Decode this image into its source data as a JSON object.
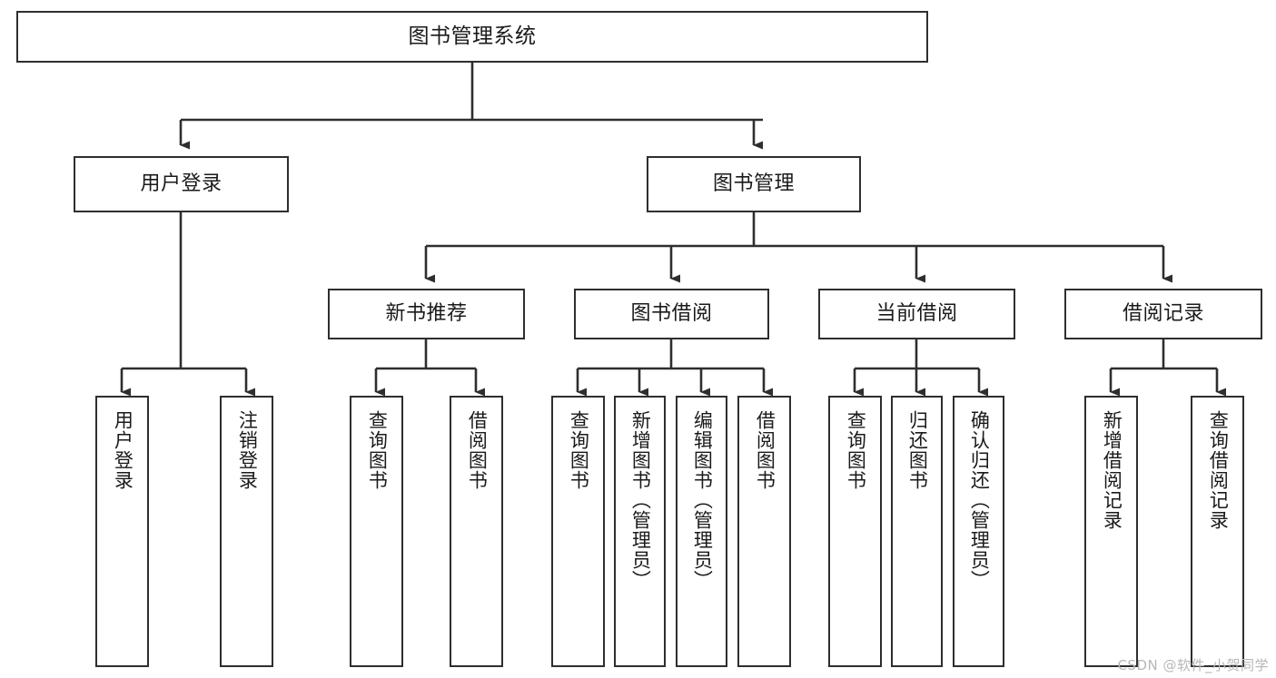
{
  "diagram": {
    "title": "图书管理系统",
    "type": "tree",
    "watermark": "CSDN @软件_小贺同学",
    "colors": {
      "border": "#2e2e2e",
      "background": "#ffffff",
      "text": "#1a1a1a",
      "connector": "#2e2e2e",
      "watermark": "#b7b7b7"
    },
    "root": {
      "label": "图书管理系统"
    },
    "level2": [
      {
        "label": "用户登录"
      },
      {
        "label": "图书管理"
      }
    ],
    "level3": [
      {
        "label": "新书推荐"
      },
      {
        "label": "图书借阅"
      },
      {
        "label": "当前借阅"
      },
      {
        "label": "借阅记录"
      }
    ],
    "leaves": {
      "user_login": [
        {
          "label": "用户登录"
        },
        {
          "label": "注销登录"
        }
      ],
      "new_book": [
        {
          "label": "查询图书"
        },
        {
          "label": "借阅图书"
        }
      ],
      "book_borrow": [
        {
          "label": "查询图书"
        },
        {
          "label": "新增图书（管理员）"
        },
        {
          "label": "编辑图书（管理员）"
        },
        {
          "label": "借阅图书"
        }
      ],
      "current_borrow": [
        {
          "label": "查询图书"
        },
        {
          "label": "归还图书"
        },
        {
          "label": "确认归还（管理员）"
        }
      ],
      "borrow_record": [
        {
          "label": "新增借阅记录"
        },
        {
          "label": "查询借阅记录"
        }
      ]
    }
  }
}
